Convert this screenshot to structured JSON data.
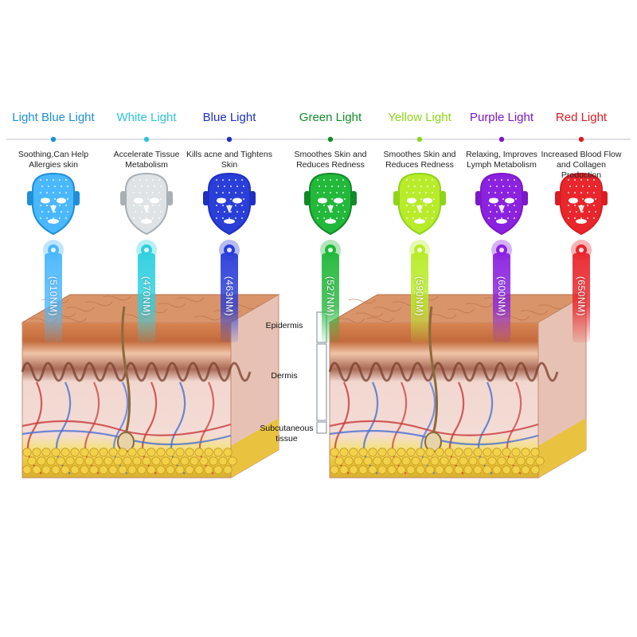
{
  "lights": [
    {
      "title": "Light Blue Light",
      "description": "Soothing,Can Help Allergies skin",
      "wavelength": "(510NM)",
      "color": "#1e8fd8",
      "glow": "#4ab8ff"
    },
    {
      "title": "White Light",
      "description": "Accelerate Tissue Metabolism",
      "wavelength": "(470NM)",
      "color": "#2ec4d8",
      "glow": "#d9e4ea"
    },
    {
      "title": "Blue Light",
      "description": "Kills acne and Tightens Skin",
      "wavelength": "(463NM)",
      "color": "#1f2fc4",
      "glow": "#2a3ed8"
    },
    {
      "title": "Green Light",
      "description": "Smoothes Skin and Reduces Redness",
      "wavelength": "(527NM)",
      "color": "#138a2a",
      "glow": "#22b83a"
    },
    {
      "title": "Yellow Light",
      "description": "Smoothes Skin and Reduces Redness",
      "wavelength": "(590NM)",
      "color": "#8ed41a",
      "glow": "#b8ec2a"
    },
    {
      "title": "Purple Light",
      "description": "Relaxing, Improves Lymph Metabolism",
      "wavelength": "(600NM)",
      "color": "#7d18c8",
      "glow": "#8a22e0"
    },
    {
      "title": "Red Light",
      "description": "Increased Blood Flow and Collagen Production",
      "wavelength": "(650NM)",
      "color": "#d81e24",
      "glow": "#e8262c"
    }
  ],
  "skin_layers": {
    "epidermis": "Epidermis",
    "dermis": "Dermis",
    "subcutaneous": "Subcutaneous tissue"
  }
}
